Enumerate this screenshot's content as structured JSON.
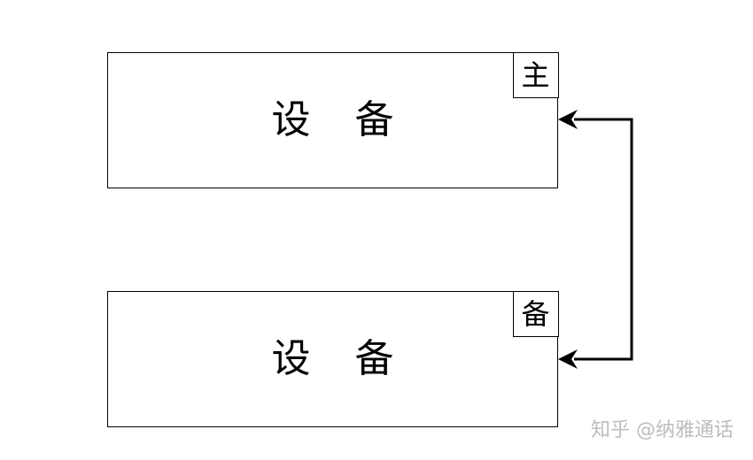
{
  "devices": {
    "primary": {
      "label": "设 备",
      "role": "主"
    },
    "backup": {
      "label": "设 备",
      "role": "备"
    }
  },
  "connector": {
    "type": "bidirectional-arrow",
    "color": "#000000"
  },
  "watermark": "知乎 @纳雅通话"
}
